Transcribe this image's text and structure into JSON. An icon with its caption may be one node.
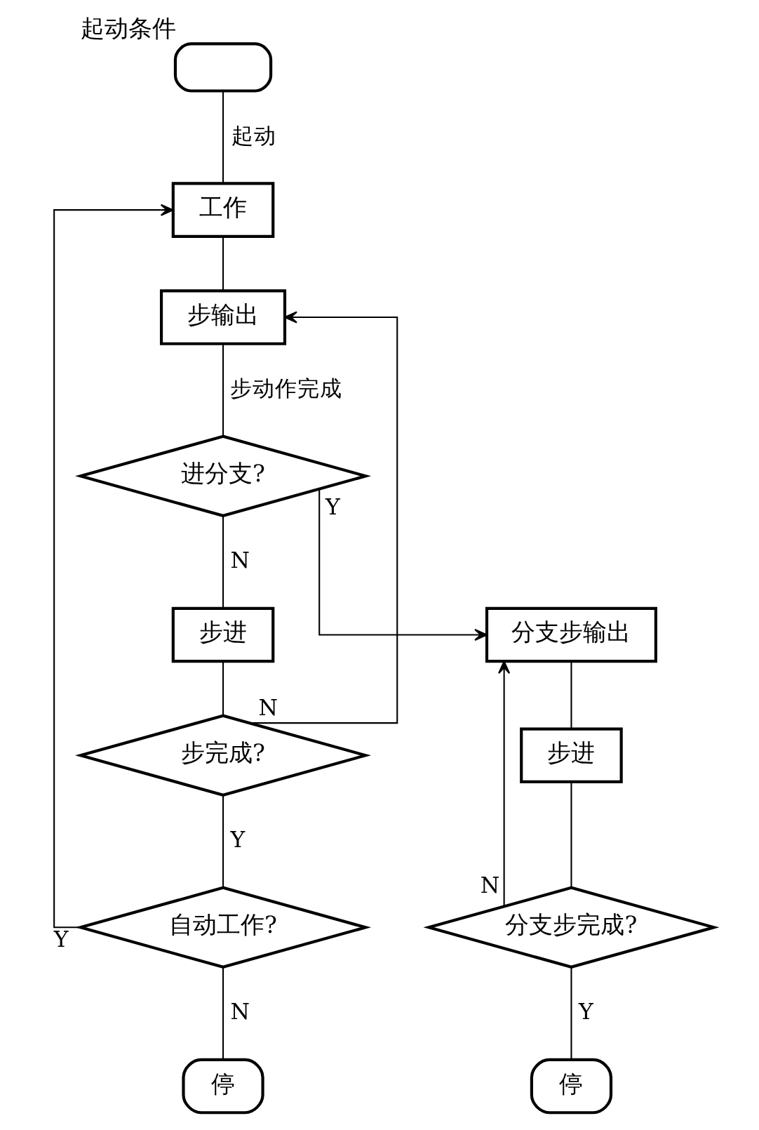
{
  "diagram": {
    "nodes": [
      {
        "text": [],
        "shape": "oval",
        "beside": [
          "起动条件"
        ]
      },
      {
        "text": [
          "工作"
        ]
      },
      {
        "text": [
          "步输出"
        ]
      },
      {
        "text": [
          "进分支?"
        ]
      },
      {
        "text": [
          "步进"
        ]
      },
      {
        "text": [
          "步完成?"
        ]
      },
      {
        "text": [
          "自动工作?"
        ]
      },
      {
        "text": [
          "停"
        ]
      },
      {
        "text": [
          "分支步输出"
        ]
      },
      {
        "text": [
          "步进"
        ]
      },
      {
        "text": [
          "分支步完成?"
        ]
      },
      {
        "text": [
          "停"
        ]
      }
    ],
    "edges": [
      {
        "from": 0,
        "to": 1,
        "arrow": "none",
        "label": "起动"
      },
      {
        "from": 1,
        "to": 2,
        "arrow": "none"
      },
      {
        "from": 2,
        "to": 3,
        "arrow": "none",
        "label": "步动作完成"
      },
      {
        "from": 3,
        "to": 4,
        "arrow": "none",
        "label": "N"
      },
      {
        "from": 3,
        "to": 8,
        "arrow": "to",
        "label": "Y"
      },
      {
        "from": 4,
        "to": 5,
        "arrow": "none"
      },
      {
        "from": 5,
        "to": 2,
        "arrow": "to",
        "label": "N"
      },
      {
        "from": 5,
        "to": 6,
        "arrow": "none",
        "label": "Y"
      },
      {
        "from": 6,
        "to": 1,
        "arrow": "to",
        "label": "Y"
      },
      {
        "from": 6,
        "to": 7,
        "arrow": "none",
        "label": "N"
      },
      {
        "from": 8,
        "to": 9,
        "arrow": "none"
      },
      {
        "from": 9,
        "to": 10,
        "arrow": "none"
      },
      {
        "from": 10,
        "to": 8,
        "arrow": "to",
        "label": "N"
      },
      {
        "from": 10,
        "to": 11,
        "arrow": "none",
        "label": "Y"
      }
    ]
  }
}
